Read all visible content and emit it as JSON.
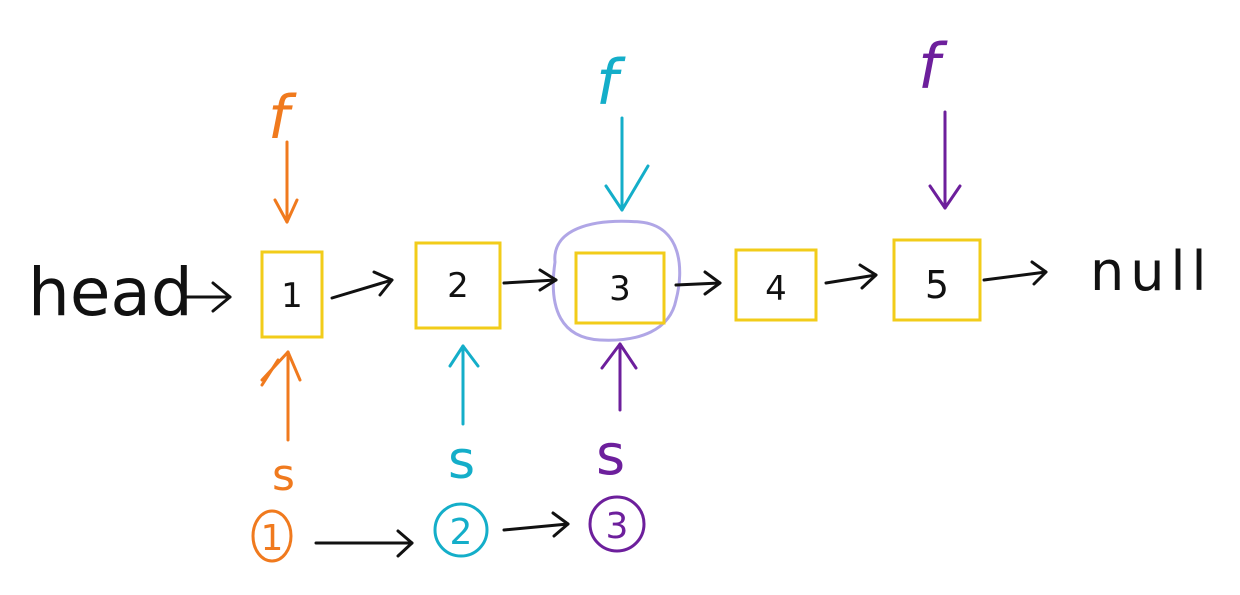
{
  "head_label": "head",
  "null_label": "null",
  "nodes": [
    "1",
    "2",
    "3",
    "4",
    "5"
  ],
  "fast_label": "f",
  "slow_label": "s",
  "steps": [
    "1",
    "2",
    "3"
  ],
  "colors": {
    "ink": "#111111",
    "node_box": "#f2cc1a",
    "step1": "#f07a1e",
    "step2": "#14aec9",
    "step3": "#6d1f9c",
    "highlight": "#b0a6e6"
  },
  "highlighted_node": "3"
}
